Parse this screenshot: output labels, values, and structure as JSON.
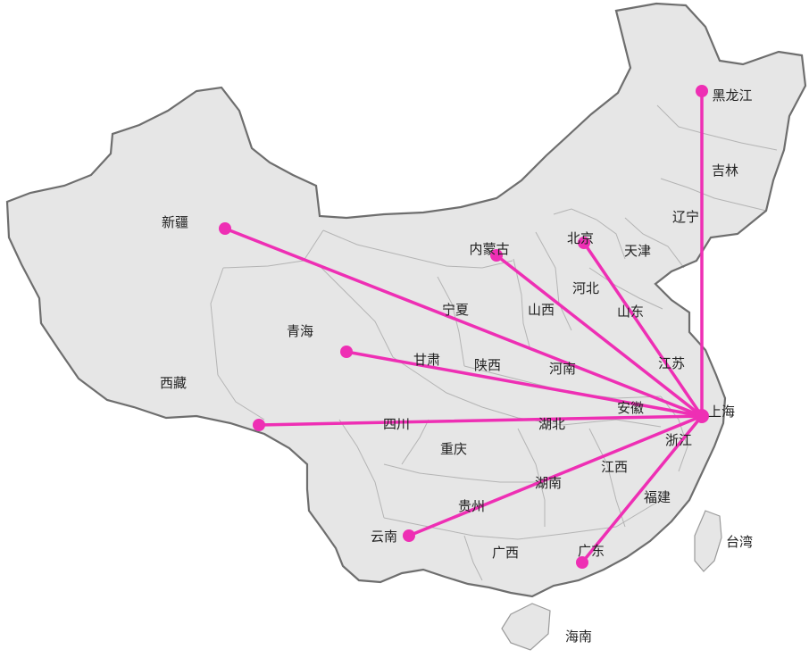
{
  "accent_color": "#ee2fb4",
  "hub": {
    "name": "上海"
  },
  "provinces": [
    {
      "id": "heilongjiang",
      "name": "黑龙江"
    },
    {
      "id": "jilin",
      "name": "吉林"
    },
    {
      "id": "liaoning",
      "name": "辽宁"
    },
    {
      "id": "beijing",
      "name": "北京"
    },
    {
      "id": "tianjin",
      "name": "天津"
    },
    {
      "id": "hebei",
      "name": "河北"
    },
    {
      "id": "shanxi",
      "name": "山西"
    },
    {
      "id": "shandong",
      "name": "山东"
    },
    {
      "id": "neimenggu",
      "name": "内蒙古"
    },
    {
      "id": "ningxia",
      "name": "宁夏"
    },
    {
      "id": "gansu",
      "name": "甘肃"
    },
    {
      "id": "shaanxi",
      "name": "陕西"
    },
    {
      "id": "henan",
      "name": "河南"
    },
    {
      "id": "jiangsu",
      "name": "江苏"
    },
    {
      "id": "anhui",
      "name": "安徽"
    },
    {
      "id": "shanghai",
      "name": "上海"
    },
    {
      "id": "zhejiang",
      "name": "浙江"
    },
    {
      "id": "hubei",
      "name": "湖北"
    },
    {
      "id": "sichuan",
      "name": "四川"
    },
    {
      "id": "chongqing",
      "name": "重庆"
    },
    {
      "id": "jiangxi",
      "name": "江西"
    },
    {
      "id": "hunan",
      "name": "湖南"
    },
    {
      "id": "guizhou",
      "name": "贵州"
    },
    {
      "id": "fujian",
      "name": "福建"
    },
    {
      "id": "yunnan",
      "name": "云南"
    },
    {
      "id": "guangxi",
      "name": "广西"
    },
    {
      "id": "guangdong",
      "name": "广东"
    },
    {
      "id": "taiwan",
      "name": "台湾"
    },
    {
      "id": "hainan",
      "name": "海南"
    },
    {
      "id": "xinjiang",
      "name": "新疆"
    },
    {
      "id": "qinghai",
      "name": "青海"
    },
    {
      "id": "xizang",
      "name": "西藏"
    }
  ],
  "routes": [
    {
      "from": "上海",
      "to": "黑龙江"
    },
    {
      "from": "上海",
      "to": "北京"
    },
    {
      "from": "上海",
      "to": "内蒙古"
    },
    {
      "from": "上海",
      "to": "新疆"
    },
    {
      "from": "上海",
      "to": "青海"
    },
    {
      "from": "上海",
      "to": "西藏"
    },
    {
      "from": "上海",
      "to": "云南"
    },
    {
      "from": "上海",
      "to": "广东"
    }
  ]
}
